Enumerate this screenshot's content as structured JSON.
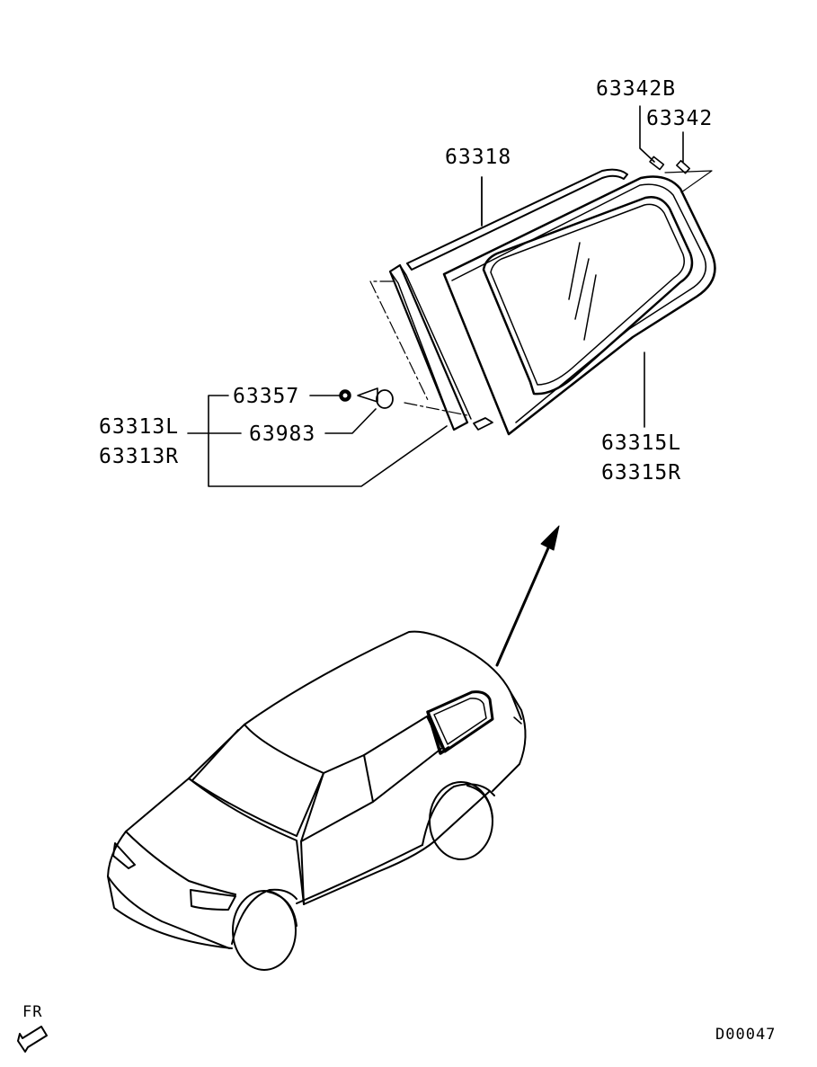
{
  "labels": {
    "p63342B": "63342B",
    "p63342": "63342",
    "p63318": "63318",
    "p63357": "63357",
    "p63983": "63983",
    "p63313L": "63313L",
    "p63313R": "63313R",
    "p63315L": "63315L",
    "p63315R": "63315R",
    "fr": "FR",
    "code": "D00047"
  },
  "icons": {
    "fr_arrow": "front-direction-arrow-icon"
  }
}
